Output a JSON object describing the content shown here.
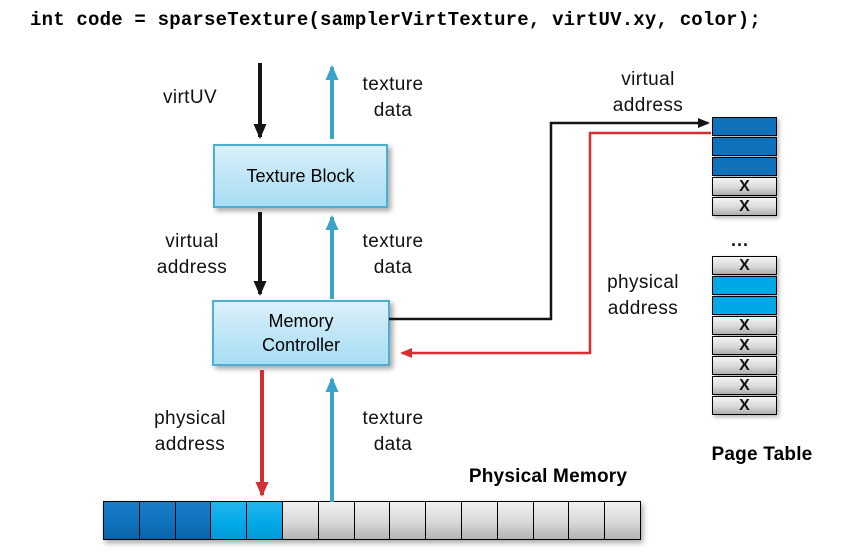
{
  "code_line": "int code = sparseTexture(samplerVirtTexture, virtUV.xy, color);",
  "boxes": {
    "texture_block": "Texture Block",
    "memory_controller": [
      "Memory",
      "Controller"
    ]
  },
  "labels": {
    "virt_uv": "virtUV",
    "texture_data": [
      "texture",
      "data"
    ],
    "virtual_address": [
      "virtual",
      "address"
    ],
    "physical_address": [
      "physical",
      "address"
    ],
    "ellipsis": "...",
    "page_table_title": "Page Table",
    "physical_memory_title": "Physical Memory"
  },
  "page_table": {
    "top_cells": [
      {
        "type": "blue",
        "label": ""
      },
      {
        "type": "blue",
        "label": ""
      },
      {
        "type": "blue",
        "label": ""
      },
      {
        "type": "gray",
        "label": "X"
      },
      {
        "type": "gray",
        "label": "X"
      }
    ],
    "bottom_cells": [
      {
        "type": "gray",
        "label": "X"
      },
      {
        "type": "cyan",
        "label": ""
      },
      {
        "type": "cyan",
        "label": ""
      },
      {
        "type": "gray",
        "label": "X"
      },
      {
        "type": "gray",
        "label": "X"
      },
      {
        "type": "gray",
        "label": "X"
      },
      {
        "type": "gray",
        "label": "X"
      },
      {
        "type": "gray",
        "label": "X"
      }
    ]
  },
  "physical_memory": {
    "cells": [
      {
        "type": "darkblue",
        "label": ""
      },
      {
        "type": "darkblue",
        "label": ""
      },
      {
        "type": "darkblue",
        "label": ""
      },
      {
        "type": "cyan",
        "label": ""
      },
      {
        "type": "cyan",
        "label": ""
      },
      {
        "type": "gray",
        "label": ""
      },
      {
        "type": "gray",
        "label": ""
      },
      {
        "type": "gray",
        "label": ""
      },
      {
        "type": "gray",
        "label": ""
      },
      {
        "type": "gray",
        "label": ""
      },
      {
        "type": "gray",
        "label": ""
      },
      {
        "type": "gray",
        "label": ""
      },
      {
        "type": "gray",
        "label": ""
      },
      {
        "type": "gray",
        "label": ""
      },
      {
        "type": "gray",
        "label": ""
      }
    ]
  },
  "colors": {
    "dark-blue": "#0e71bc",
    "cyan": "#00a8e6",
    "teal": "#3ba4c7",
    "red": "#d42f33",
    "box-border": "#4fafd0"
  }
}
